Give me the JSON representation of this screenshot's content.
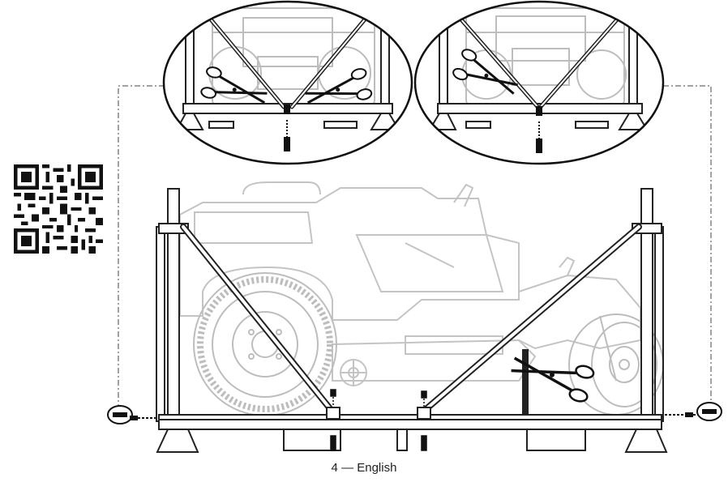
{
  "footer": {
    "page_number": "4",
    "separator": "—",
    "language": "English"
  },
  "qr_code": {
    "icon": "qr-code"
  },
  "colors": {
    "ink": "#1a1a1a",
    "ghost": "#b9b9b9",
    "paper": "#ffffff"
  }
}
